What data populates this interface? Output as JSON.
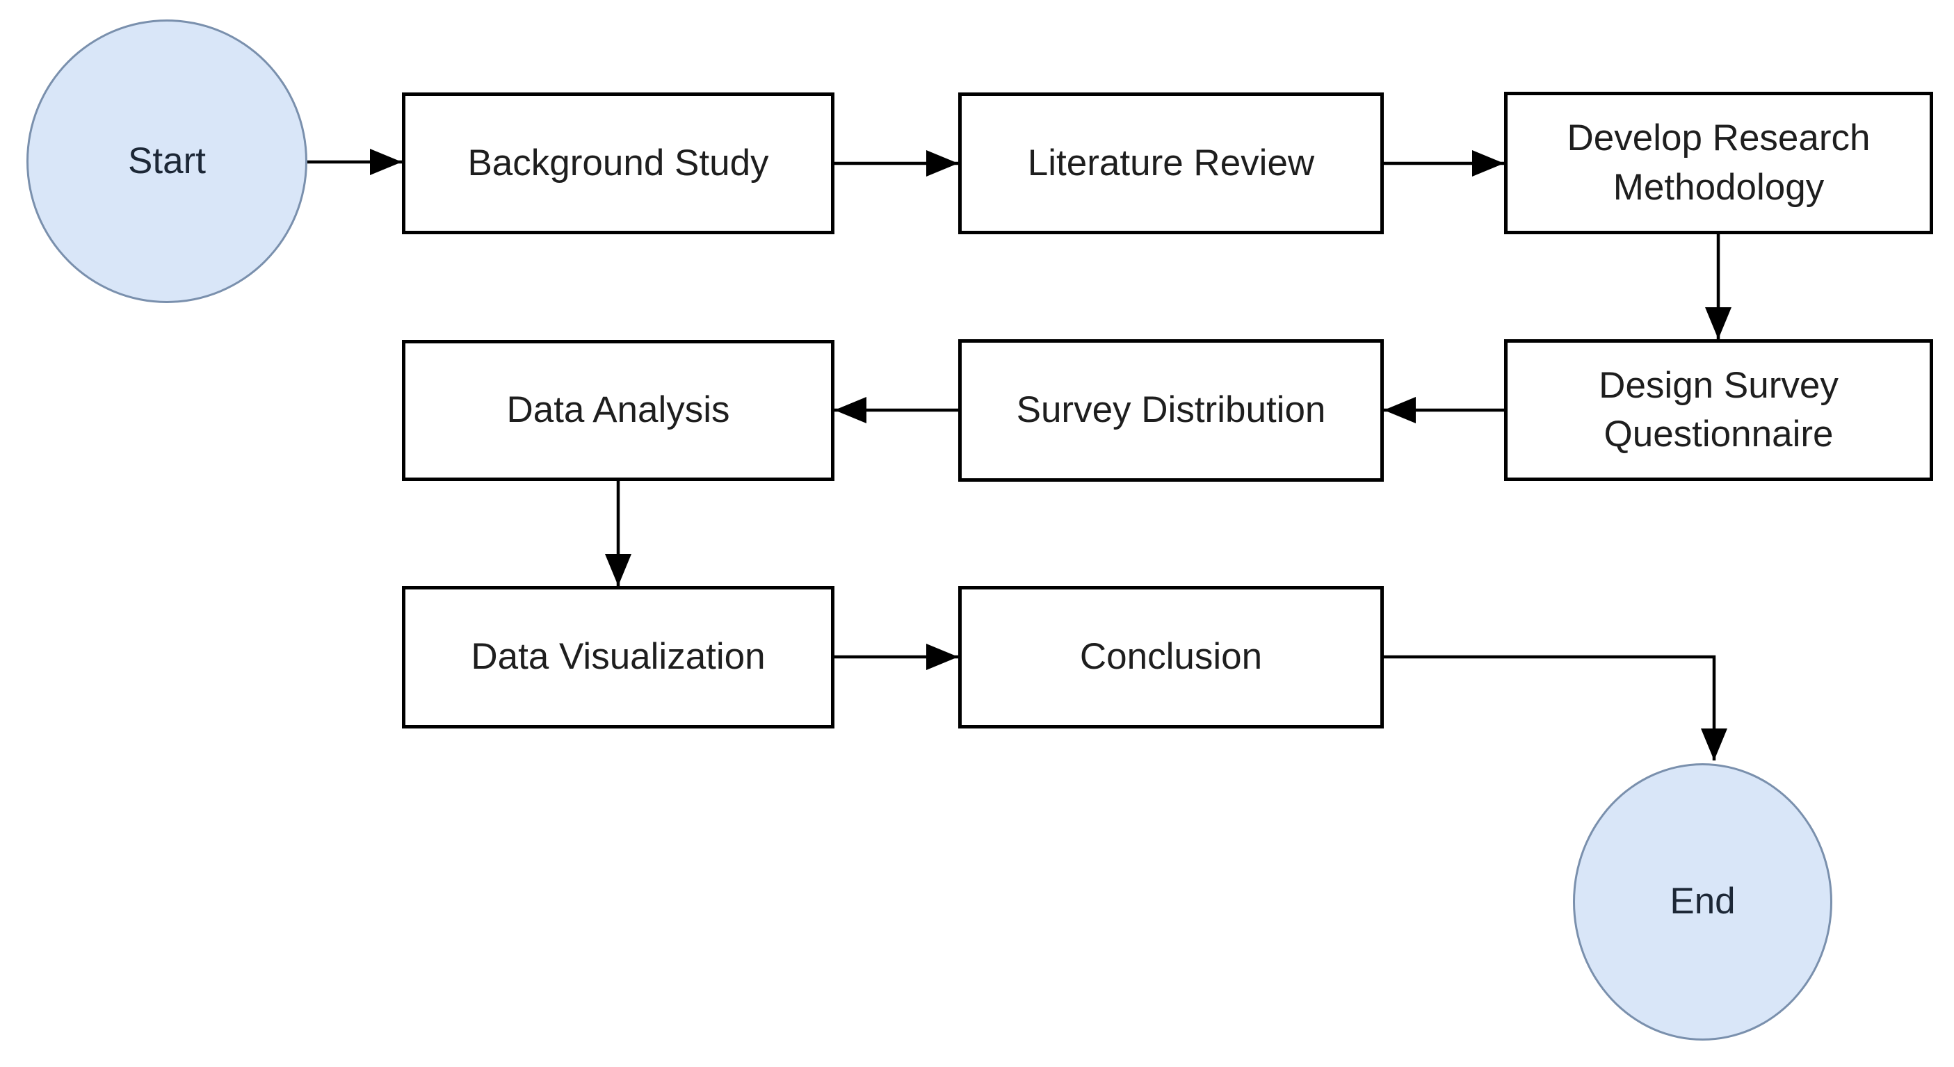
{
  "diagram": {
    "type": "flowchart",
    "background": "#ffffff",
    "colors": {
      "terminal_fill": "#d9e6f8",
      "terminal_stroke": "#7a90ad",
      "process_fill": "#ffffff",
      "process_stroke": "#000000",
      "connector": "#000000",
      "text": "#1e1e1e"
    },
    "nodes": [
      {
        "id": "start",
        "type": "terminal",
        "label": "Start"
      },
      {
        "id": "background-study",
        "type": "process",
        "label": "Background Study"
      },
      {
        "id": "literature-review",
        "type": "process",
        "label": "Literature Review"
      },
      {
        "id": "develop-research-methodology",
        "type": "process",
        "label": "Develop Research\nMethodology"
      },
      {
        "id": "design-survey-questionnaire",
        "type": "process",
        "label": "Design Survey\nQuestionnaire"
      },
      {
        "id": "survey-distribution",
        "type": "process",
        "label": "Survey Distribution"
      },
      {
        "id": "data-analysis",
        "type": "process",
        "label": "Data Analysis"
      },
      {
        "id": "data-visualization",
        "type": "process",
        "label": "Data Visualization"
      },
      {
        "id": "conclusion",
        "type": "process",
        "label": "Conclusion"
      },
      {
        "id": "end",
        "type": "terminal",
        "label": "End"
      }
    ],
    "edges": [
      {
        "from": "start",
        "to": "background-study",
        "direction": "right"
      },
      {
        "from": "background-study",
        "to": "literature-review",
        "direction": "right"
      },
      {
        "from": "literature-review",
        "to": "develop-research-methodology",
        "direction": "right"
      },
      {
        "from": "develop-research-methodology",
        "to": "design-survey-questionnaire",
        "direction": "down"
      },
      {
        "from": "design-survey-questionnaire",
        "to": "survey-distribution",
        "direction": "left"
      },
      {
        "from": "survey-distribution",
        "to": "data-analysis",
        "direction": "left"
      },
      {
        "from": "data-analysis",
        "to": "data-visualization",
        "direction": "down"
      },
      {
        "from": "data-visualization",
        "to": "conclusion",
        "direction": "right"
      },
      {
        "from": "conclusion",
        "to": "end",
        "direction": "right-then-down"
      }
    ]
  }
}
